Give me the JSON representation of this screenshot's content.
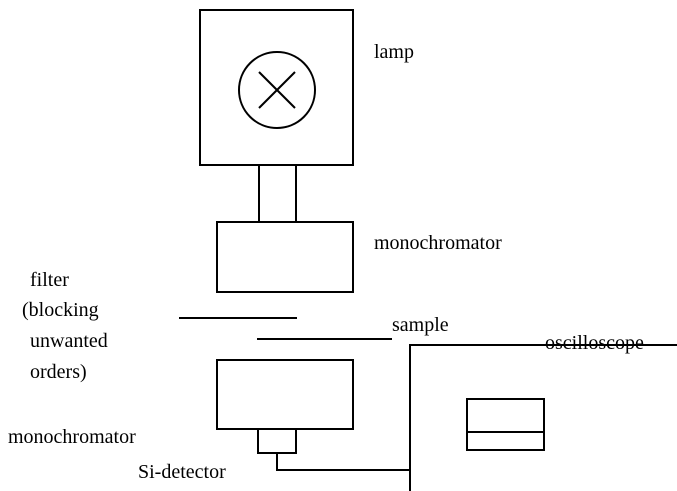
{
  "labels": {
    "lamp": "lamp",
    "monochromator_top": "monochromator",
    "filter_line1": "filter",
    "filter_line2": "(blocking",
    "filter_line3": "unwanted",
    "filter_line4": "orders)",
    "sample": "sample",
    "oscilloscope": "oscilloscope",
    "monochromator_bottom": "monochromator",
    "si_detector": "Si-detector"
  },
  "colors": {
    "stroke": "#000000",
    "background": "#ffffff"
  },
  "icons": {
    "lamp_symbol": "circle-x-icon"
  }
}
